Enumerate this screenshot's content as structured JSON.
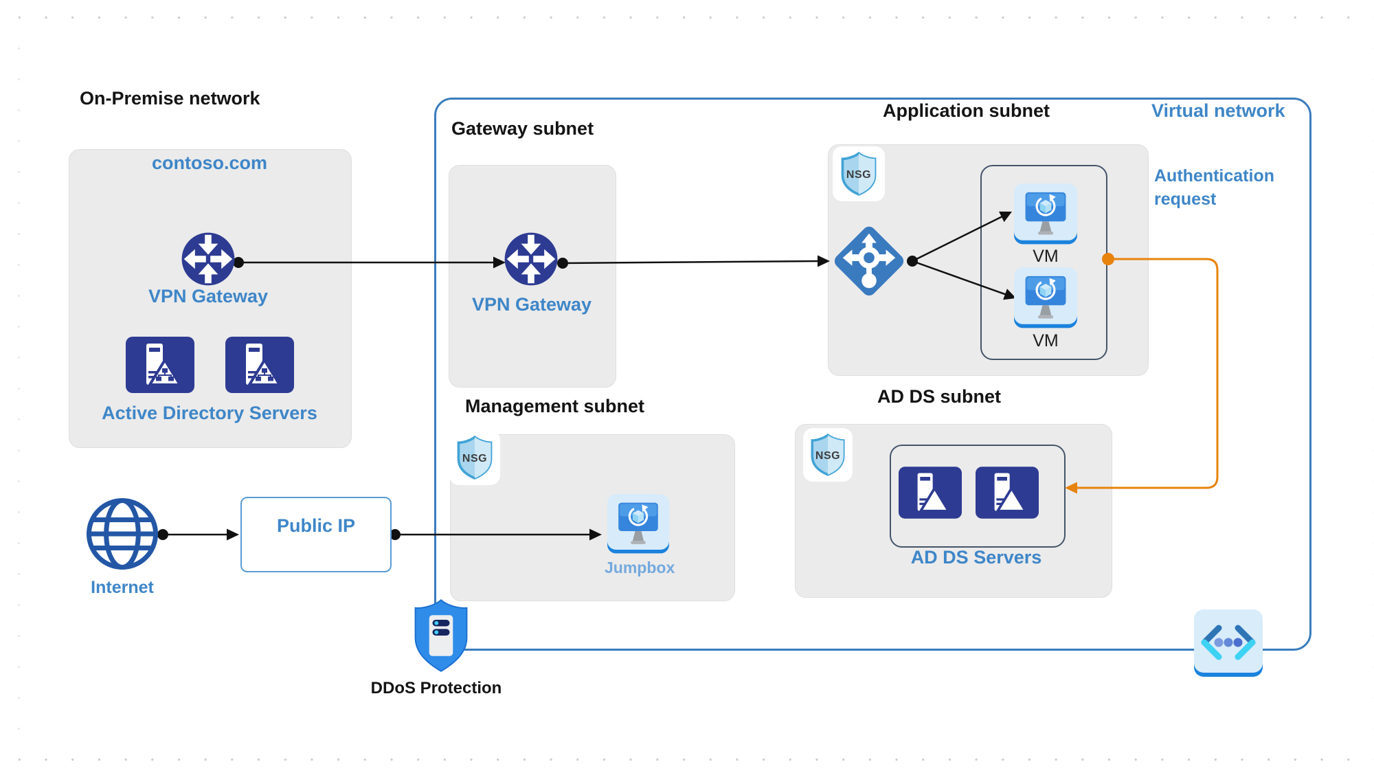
{
  "labels": {
    "nsg": "NSG"
  },
  "onprem": {
    "title": "On-Premise network",
    "domain": "contoso.com",
    "vpn_gateway": "VPN Gateway",
    "ad_servers": "Active Directory Servers"
  },
  "internet": {
    "label": "Internet"
  },
  "public_ip": {
    "label": "Public IP"
  },
  "virtual_network": {
    "label": "Virtual network",
    "gateway_subnet": {
      "title": "Gateway subnet",
      "vpn_gateway": "VPN Gateway"
    },
    "application_subnet": {
      "title": "Application subnet",
      "vm_top": "VM",
      "vm_bottom": "VM"
    },
    "management_subnet": {
      "title": "Management subnet",
      "jumpbox": "Jumpbox"
    },
    "adds_subnet": {
      "title": "AD DS subnet",
      "servers": "AD DS Servers"
    }
  },
  "annotations": {
    "auth_request": "Authentication request",
    "ddos": "DDoS Protection"
  },
  "colors": {
    "accent_blue": "#3E86C8",
    "navy_icon": "#2D3B92",
    "diamond_blue": "#3A7ABF",
    "orange": "#E8830D",
    "vnet_border": "#3A7CBD",
    "subnet_fill": "#EBEBEB",
    "group_border": "#44546A",
    "edge_black": "#111111"
  }
}
